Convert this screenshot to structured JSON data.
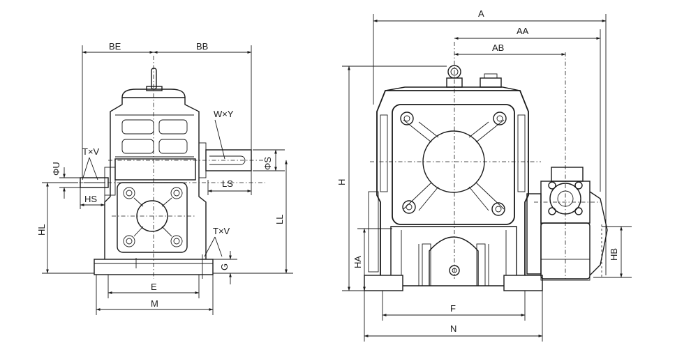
{
  "labels": {
    "BE": "BE",
    "BB": "BB",
    "WxY": "W×Y",
    "TxV_top": "T×V",
    "PhiU": "ΦU",
    "PhiS": "ΦS",
    "HS": "HS",
    "LS": "LS",
    "HL": "HL",
    "LL": "LL",
    "TxV_bottom": "T×V",
    "G": "G",
    "E": "E",
    "M": "M",
    "A": "A",
    "AA": "AA",
    "AB": "AB",
    "H": "H",
    "HA": "HA",
    "HB": "HB",
    "F": "F",
    "N": "N"
  },
  "colors": {
    "line": "#1a1a1a",
    "background": "#ffffff"
  }
}
